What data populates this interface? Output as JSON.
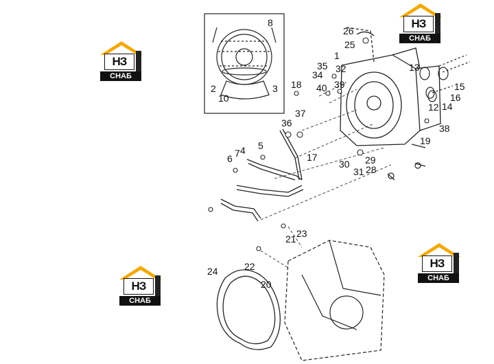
{
  "logo": {
    "mark": "НЗ",
    "subtitle": "СНАБ",
    "accent": "#f2a900"
  },
  "callouts": [
    "1",
    "2",
    "3",
    "4",
    "5",
    "6",
    "7",
    "8",
    "10",
    "12",
    "13",
    "14",
    "15",
    "16",
    "17",
    "18",
    "19",
    "20",
    "21",
    "22",
    "23",
    "24",
    "25",
    "26",
    "28",
    "29",
    "30",
    "31",
    "32",
    "34",
    "35",
    "36",
    "37",
    "38",
    "39",
    "40"
  ],
  "colors": {
    "line": "#222222",
    "background": "#ffffff"
  }
}
